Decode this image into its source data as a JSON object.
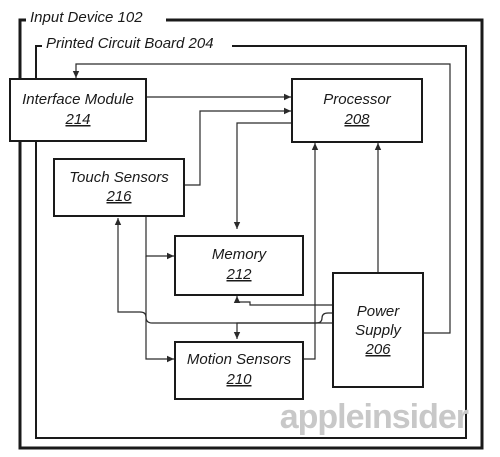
{
  "outer_label": "Input Device 102",
  "pcb_label": "Printed Circuit Board 204",
  "blocks": {
    "interface": {
      "name": "Interface Module",
      "ref": "214"
    },
    "processor": {
      "name": "Processor",
      "ref": "208"
    },
    "touch": {
      "name": "Touch Sensors",
      "ref": "216"
    },
    "memory": {
      "name": "Memory",
      "ref": "212"
    },
    "power": {
      "line1": "Power",
      "line2": "Supply",
      "ref": "206"
    },
    "motion": {
      "name": "Motion Sensors",
      "ref": "210"
    }
  },
  "watermark": "appleinsider",
  "colors": {
    "ink": "#1a1a1a",
    "watermark": "#c8c8c8",
    "background": "#ffffff"
  }
}
